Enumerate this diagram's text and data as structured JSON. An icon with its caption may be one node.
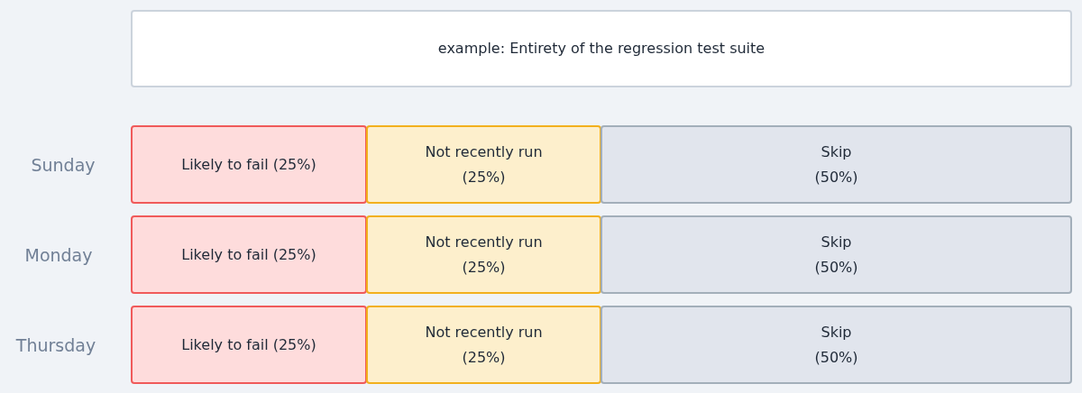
{
  "diagram": {
    "nodes": [
      {
        "text": [
          "example: Entirety of the regression test suite"
        ]
      },
      {
        "text": [
          "Likely to fail (25%)"
        ]
      },
      {
        "text": [
          "Not recently run",
          "(25%)"
        ]
      },
      {
        "text": [
          "Skip",
          "(50%)"
        ]
      },
      {
        "text": [
          "Likely to fail (25%)"
        ]
      },
      {
        "text": [
          "Not recently run",
          "(25%)"
        ]
      },
      {
        "text": [
          "Skip",
          "(50%)"
        ]
      },
      {
        "text": [
          "Likely to fail (25%)"
        ]
      },
      {
        "text": [
          "Not recently run",
          "(25%)"
        ]
      },
      {
        "text": [
          "Skip",
          "(50%)"
        ]
      }
    ],
    "labels": [
      "Sunday",
      "Monday",
      "Thursday"
    ]
  }
}
